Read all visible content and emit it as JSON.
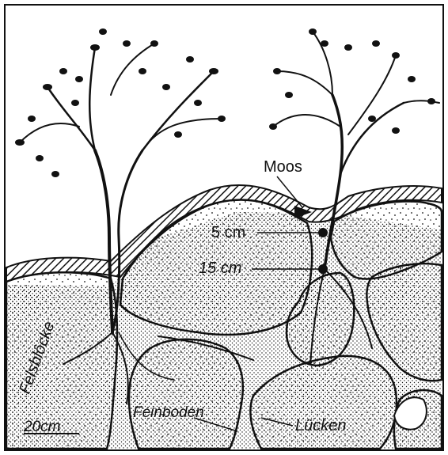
{
  "labels": {
    "moss": "Moos",
    "depth_shallow": "5 cm",
    "depth_deep": "15 cm",
    "fine_soil": "Feinboden",
    "gaps": "Lücken",
    "boulders": "Felsblöcke",
    "scale": "20cm"
  },
  "colors": {
    "ink": "#111111",
    "paper": "#ffffff"
  }
}
